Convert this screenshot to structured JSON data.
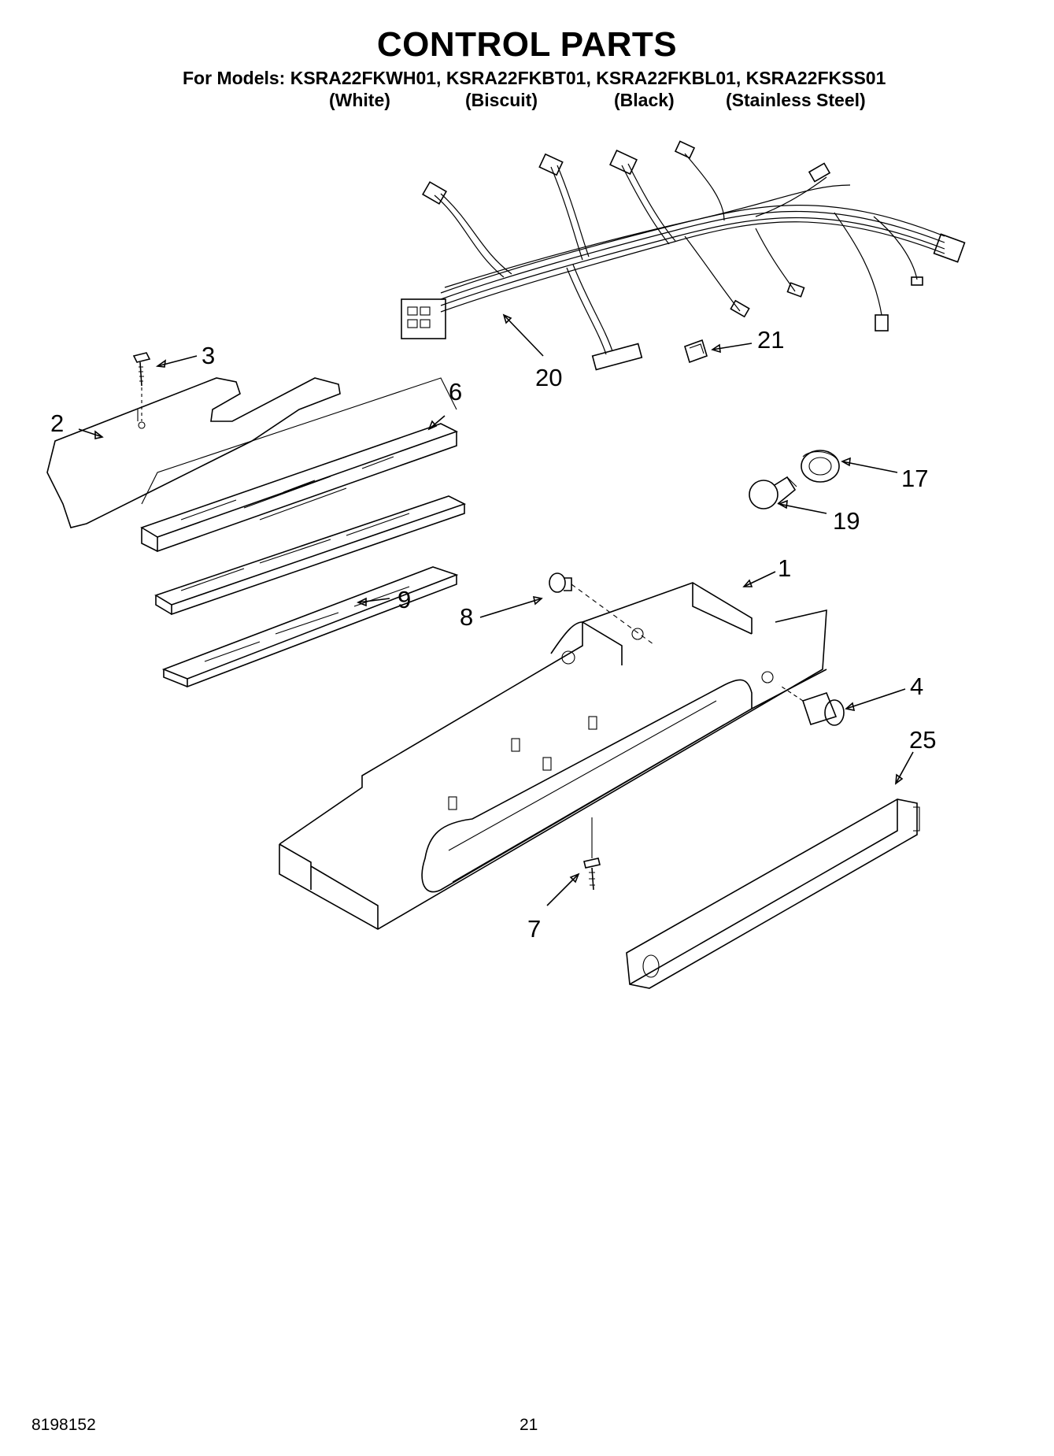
{
  "header": {
    "title": "CONTROL PARTS",
    "models_line": "For Models: KSRA22FKWH01, KSRA22FKBT01, KSRA22FKBL01, KSRA22FKSS01",
    "variants": [
      "(White)",
      "(Biscuit)",
      "(Black)",
      "(Stainless Steel)"
    ]
  },
  "callouts": {
    "c1": "1",
    "c2": "2",
    "c3": "3",
    "c4": "4",
    "c6": "6",
    "c7": "7",
    "c8": "8",
    "c9": "9",
    "c17": "17",
    "c19": "19",
    "c20": "20",
    "c21": "21",
    "c25": "25"
  },
  "footer": {
    "doc_number": "8198152",
    "page_number": "21"
  }
}
